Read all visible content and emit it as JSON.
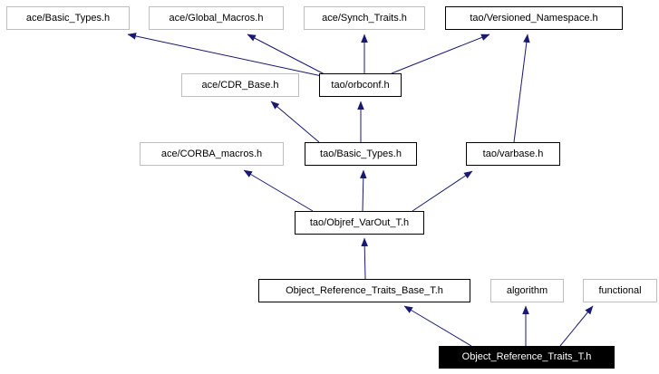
{
  "diagram": {
    "kind": "doxygen-include-dependency-graph",
    "current_file": "Object_Reference_Traits_T.h",
    "colors": {
      "background": "#ffffff",
      "edge": "#191970",
      "plain_node_border": "#bebebe",
      "linked_node_border": "#000000",
      "node_text": "#000000",
      "current_node_background": "#000000",
      "current_node_text": "#ffffff"
    },
    "nodes": [
      {
        "id": "ace_basic_types",
        "label": "ace/Basic_Types.h"
      },
      {
        "id": "ace_global_macros",
        "label": "ace/Global_Macros.h"
      },
      {
        "id": "ace_synch_traits",
        "label": "ace/Synch_Traits.h"
      },
      {
        "id": "tao_versioned_ns",
        "label": "tao/Versioned_Namespace.h"
      },
      {
        "id": "ace_cdr_base",
        "label": "ace/CDR_Base.h"
      },
      {
        "id": "tao_orbconf",
        "label": "tao/orbconf.h"
      },
      {
        "id": "ace_corba_macros",
        "label": "ace/CORBA_macros.h"
      },
      {
        "id": "tao_basic_types",
        "label": "tao/Basic_Types.h"
      },
      {
        "id": "tao_varbase",
        "label": "tao/varbase.h"
      },
      {
        "id": "tao_objref_varout",
        "label": "tao/Objref_VarOut_T.h"
      },
      {
        "id": "obj_ref_traits_base",
        "label": "Object_Reference_Traits_Base_T.h"
      },
      {
        "id": "algorithm",
        "label": "algorithm"
      },
      {
        "id": "functional",
        "label": "functional"
      },
      {
        "id": "obj_ref_traits",
        "label": "Object_Reference_Traits_T.h"
      }
    ],
    "edges": [
      {
        "from": "tao_orbconf",
        "to": "ace_basic_types"
      },
      {
        "from": "tao_orbconf",
        "to": "ace_global_macros"
      },
      {
        "from": "tao_orbconf",
        "to": "ace_synch_traits"
      },
      {
        "from": "tao_orbconf",
        "to": "tao_versioned_ns"
      },
      {
        "from": "tao_basic_types",
        "to": "ace_cdr_base"
      },
      {
        "from": "tao_basic_types",
        "to": "tao_orbconf"
      },
      {
        "from": "tao_varbase",
        "to": "tao_versioned_ns"
      },
      {
        "from": "tao_objref_varout",
        "to": "ace_corba_macros"
      },
      {
        "from": "tao_objref_varout",
        "to": "tao_basic_types"
      },
      {
        "from": "tao_objref_varout",
        "to": "tao_varbase"
      },
      {
        "from": "obj_ref_traits_base",
        "to": "tao_objref_varout"
      },
      {
        "from": "obj_ref_traits",
        "to": "obj_ref_traits_base"
      },
      {
        "from": "obj_ref_traits",
        "to": "algorithm"
      },
      {
        "from": "obj_ref_traits",
        "to": "functional"
      }
    ]
  }
}
